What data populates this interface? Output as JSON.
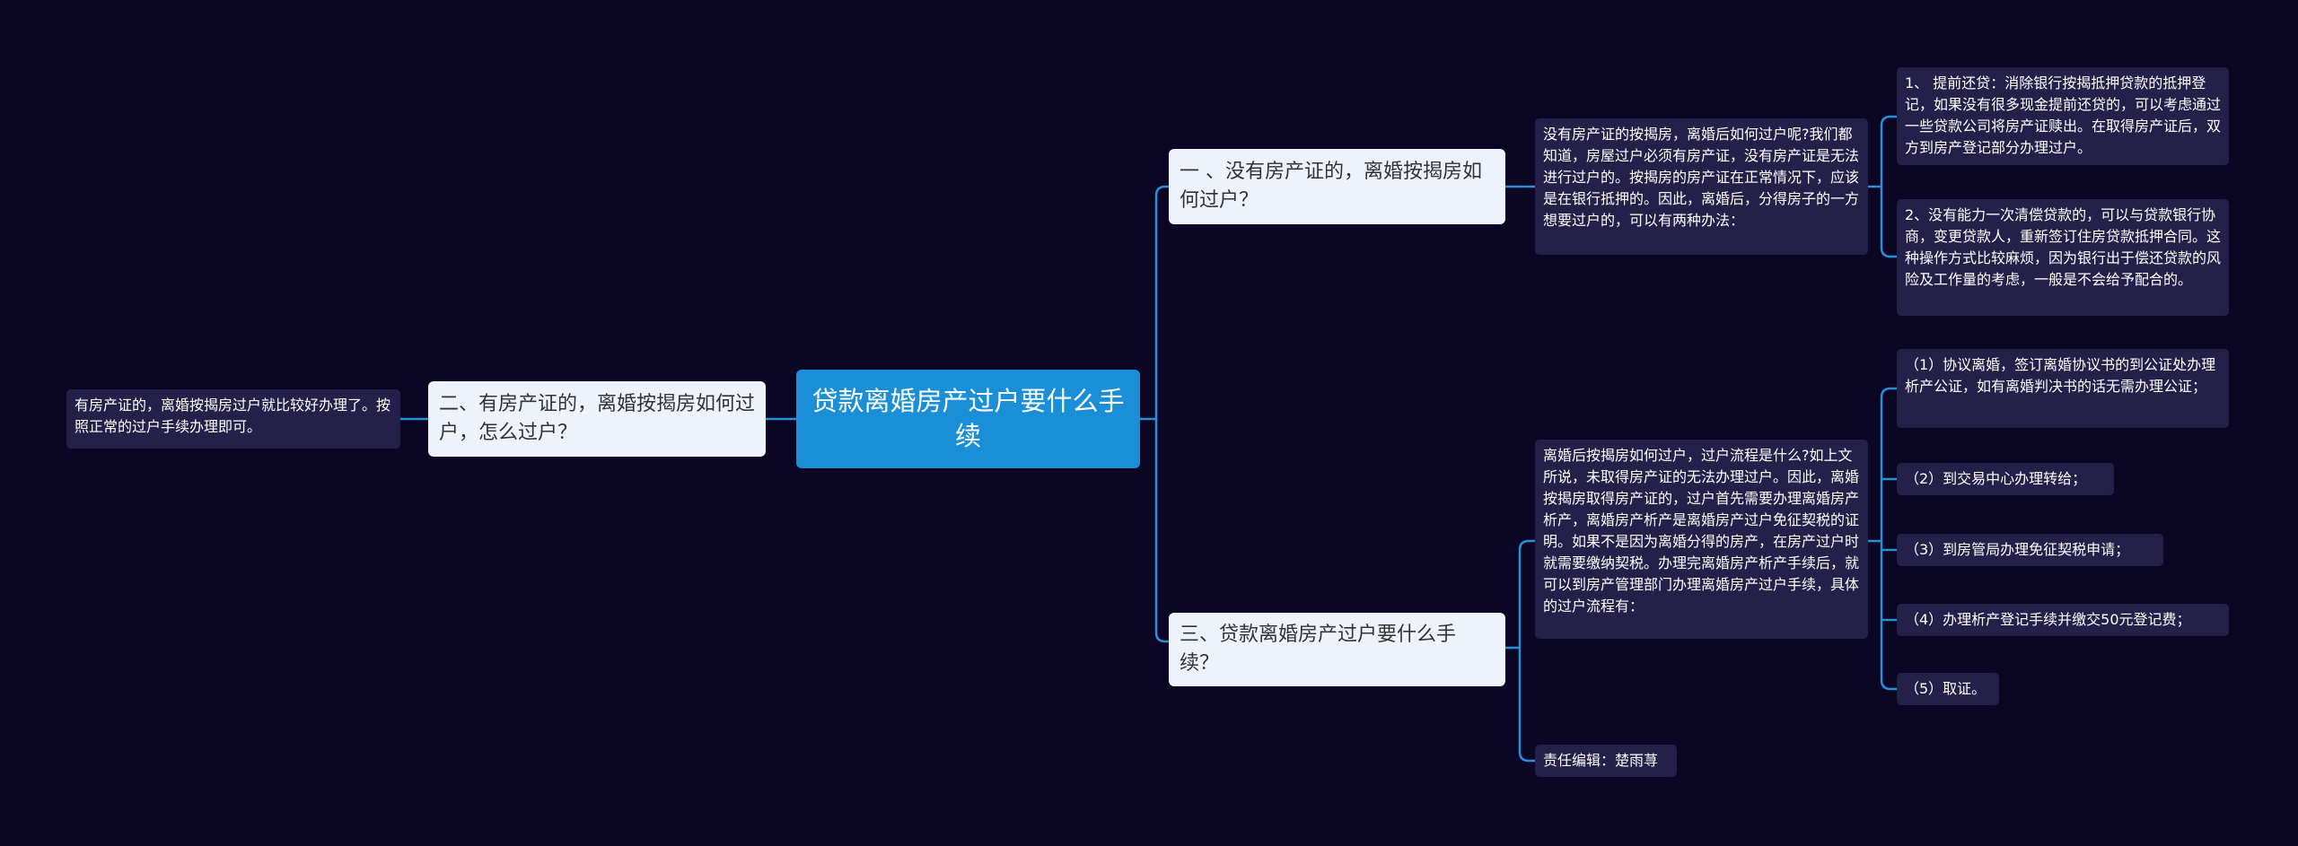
{
  "root": {
    "label": "贷款离婚房产过户要什么手续"
  },
  "left": {
    "branch": {
      "label": "二、有房产证的，离婚按揭房如何过户，怎么过户？"
    },
    "leaf": "有房产证的，离婚按揭房过户就比较好办理了。按照正常的过户手续办理即可。"
  },
  "right": {
    "branch1": {
      "label": "一 、没有房产证的，离婚按揭房如何过户？",
      "text": "没有房产证的按揭房，离婚后如何过户呢?我们都知道，房屋过户必须有房产证，没有房产证是无法进行过户的。按揭房的房产证在正常情况下，应该是在银行抵押的。因此，离婚后，分得房子的一方想要过户的，可以有两种办法：",
      "methods": [
        "1、 提前还贷：消除银行按揭抵押贷款的抵押登记，如果没有很多现金提前还贷的，可以考虑通过一些贷款公司将房产证赎出。在取得房产证后，双方到房产登记部分办理过户。",
        "2、没有能力一次清偿贷款的，可以与贷款银行协商，变更贷款人，重新签订住房贷款抵押合同。这种操作方式比较麻烦，因为银行出于偿还贷款的风险及工作量的考虑，一般是不会给予配合的。"
      ]
    },
    "branch3": {
      "label": "三、贷款离婚房产过户要什么手续？",
      "text": "离婚后按揭房如何过户，过户流程是什么?如上文所说，未取得房产证的无法办理过户。因此，离婚按揭房取得房产证的，过户首先需要办理离婚房产析产，离婚房产析产是离婚房产过户免征契税的证明。如果不是因为离婚分得的房产，在房产过户时就需要缴纳契税。办理完离婚房产析产手续后，就可以到房产管理部门办理离婚房产过户手续，具体的过户流程有：",
      "steps": [
        "（1）协议离婚，签订离婚协议书的到公证处办理析产公证，如有离婚判决书的话无需办理公证；",
        "（2）到交易中心办理转给；",
        "（3）到房管局办理免征契税申请；",
        "（4）办理析产登记手续并缴交50元登记费；",
        "（5）取证。"
      ],
      "editor": "责任编辑：楚雨荨"
    }
  },
  "colors": {
    "background": "#0a0624",
    "root": "#1a8fd8",
    "branch": "#eef3fb",
    "leaf": "#24204a",
    "connector": "#2a8fd6"
  }
}
